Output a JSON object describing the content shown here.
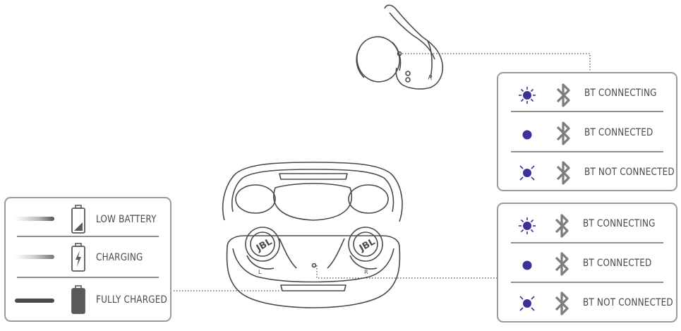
{
  "colors": {
    "led_blue": "#3b3196",
    "line_gray": "#8f8f8f",
    "text_gray": "#4a4a4a",
    "bt_gray": "#7d7d7d"
  },
  "earbud_panel": {
    "rows": [
      {
        "label": "BT CONNECTING",
        "led": "flashing-led-icon"
      },
      {
        "label": "BT CONNECTED",
        "led": "solid-led-icon"
      },
      {
        "label": "BT NOT CONNECTED",
        "led": "slow-flashing-led-icon"
      }
    ]
  },
  "case_bud_panel": {
    "rows": [
      {
        "label": "BT CONNECTING",
        "led": "flashing-led-icon"
      },
      {
        "label": "BT CONNECTED",
        "led": "solid-led-icon"
      },
      {
        "label": "BT NOT CONNECTED",
        "led": "slow-flashing-led-icon"
      }
    ]
  },
  "battery_panel": {
    "rows": [
      {
        "label": "LOW BATTERY",
        "battery": "battery-low-icon"
      },
      {
        "label": "CHARGING",
        "battery": "battery-charging-icon"
      },
      {
        "label": "FULLY CHARGED",
        "battery": "battery-full-icon"
      }
    ]
  },
  "case": {
    "logo_left": "JBL",
    "logo_right": "JBL",
    "side_left": "L",
    "side_right": "R"
  },
  "earbud": {
    "side": "R"
  }
}
